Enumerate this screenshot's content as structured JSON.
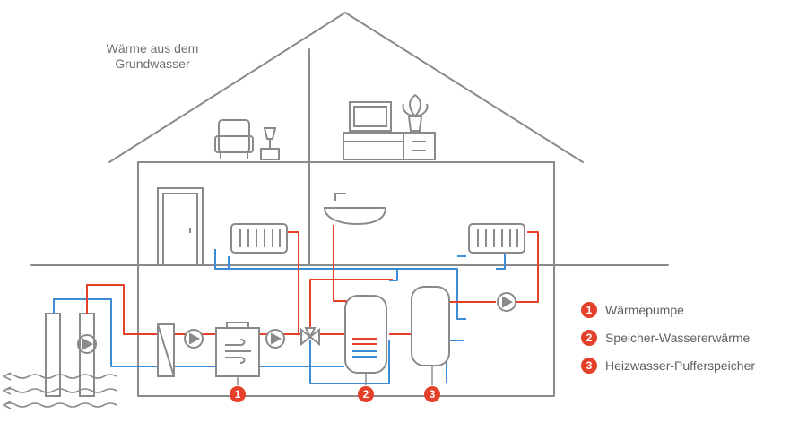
{
  "outside_label": {
    "line1": "Wärme aus dem",
    "line2": "Grundwasser"
  },
  "legend": [
    {
      "number": "1",
      "label": "Wärmepumpe"
    },
    {
      "number": "2",
      "label": "Speicher-Wassererwärme"
    },
    {
      "number": "3",
      "label": "Heizwasser-Pufferspeicher"
    }
  ],
  "markers": [
    "1",
    "2",
    "3"
  ],
  "colors": {
    "accent": "#e5412a",
    "line": "#8a8a8a",
    "hot": "#e5412a",
    "cold": "#3d8bd4"
  }
}
